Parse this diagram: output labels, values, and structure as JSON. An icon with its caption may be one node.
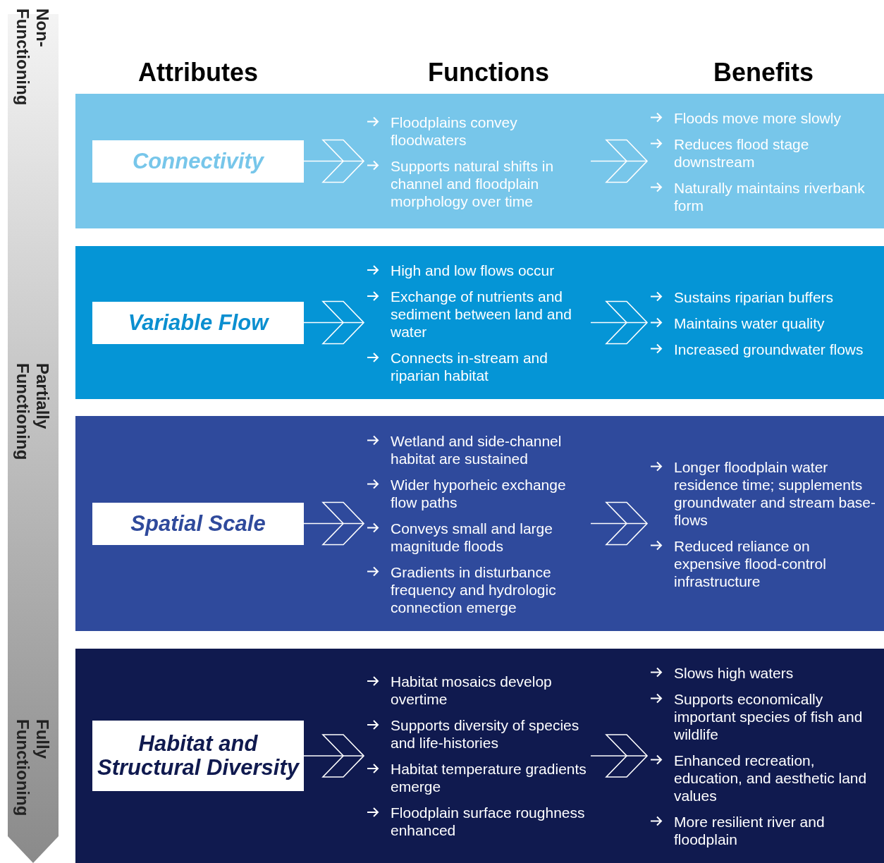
{
  "diagram": {
    "nodes": [
      {
        "text": [],
        "shape": "box"
      },
      {
        "text": [
          "Connectivity"
        ],
        "in": 0
      },
      {
        "text": [
          "Floodplains convey floodwaters",
          "Supports natural shifts in channel and floodplain morphology over time"
        ],
        "in": 0
      },
      {
        "text": [
          "Floods move more slowly",
          "Reduces flood stage downstream",
          "Naturally maintains riverbank form"
        ],
        "in": 0
      },
      {
        "text": [],
        "shape": "box"
      },
      {
        "text": [
          "Variable Flow"
        ],
        "in": 4
      },
      {
        "text": [
          "High and low flows occur",
          "Exchange of nutrients and sediment between land and water",
          "Connects in-stream and riparian habitat"
        ],
        "in": 4
      },
      {
        "text": [
          "Sustains riparian buffers",
          "Maintains water quality",
          "Increased groundwater flows"
        ],
        "in": 4
      },
      {
        "text": [],
        "shape": "box"
      },
      {
        "text": [
          "Spatial Scale"
        ],
        "in": 8
      },
      {
        "text": [
          "Wetland and side-channel habitat are sustained",
          "Wider hyporheic exchange flow paths",
          "Conveys small and large magnitude floods",
          "Gradients in disturbance frequency and hydrologic connection emerge"
        ],
        "in": 8
      },
      {
        "text": [
          "Longer floodplain water residence time; supplements groundwater and stream base-flows",
          "Reduced reliance on expensive flood-control infrastructure"
        ],
        "in": 8
      },
      {
        "text": [],
        "shape": "box"
      },
      {
        "text": [
          "Habitat and Structural Diversity"
        ],
        "in": 12
      },
      {
        "text": [
          "Habitat mosaics develop overtime",
          "Supports diversity of species and life-histories",
          "Habitat temperature gradients emerge",
          "Floodplain surface roughness enhanced"
        ],
        "in": 12
      },
      {
        "text": [
          "Slows high waters",
          "Supports economically important species of fish and wildlife",
          "Enhanced recreation, education, and aesthetic land values",
          "More resilient river and floodplain"
        ],
        "in": 12
      }
    ],
    "edges": [
      {
        "from": 1,
        "to": 2,
        "arrow": "to"
      },
      {
        "from": 2,
        "to": 3,
        "arrow": "to"
      },
      {
        "from": 5,
        "to": 6,
        "arrow": "to"
      },
      {
        "from": 6,
        "to": 7,
        "arrow": "to"
      },
      {
        "from": 9,
        "to": 10,
        "arrow": "to"
      },
      {
        "from": 10,
        "to": 11,
        "arrow": "to"
      },
      {
        "from": 13,
        "to": 14,
        "arrow": "to"
      },
      {
        "from": 14,
        "to": 15,
        "arrow": "to"
      }
    ],
    "labels": [
      "Attributes",
      "Functions",
      "Benefits",
      "Non- Functioning",
      "Partially Functioning",
      "Fully Functioning"
    ]
  }
}
